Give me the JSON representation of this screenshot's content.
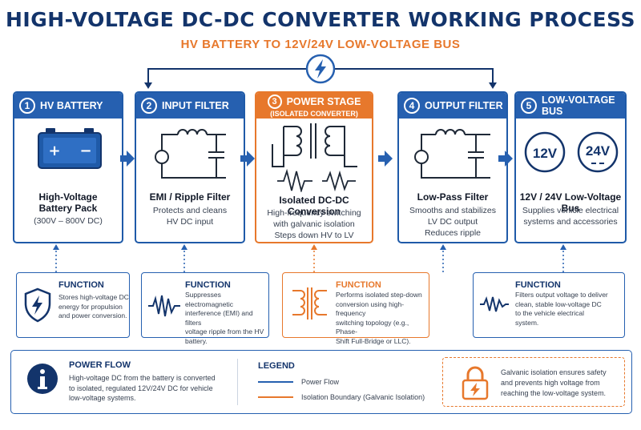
{
  "title": "HIGH-VOLTAGE DC-DC CONVERTER WORKING PROCESS",
  "subtitle": "HV BATTERY TO 12V/24V LOW-VOLTAGE BUS",
  "icons": {
    "top": "lightning-icon",
    "battery": "battery-icon",
    "shield": "shield-lightning-icon",
    "info": "info-icon",
    "lock": "lock-lightning-icon"
  },
  "colors": {
    "primary": "#2660b0",
    "navy": "#13346b",
    "accent": "#e7782c"
  },
  "stages": [
    {
      "number": "1",
      "header": "HV BATTERY",
      "name": [
        "High-Voltage",
        "Battery Pack"
      ],
      "desc": [
        "(300V – 800V DC)"
      ]
    },
    {
      "number": "2",
      "header": "INPUT FILTER",
      "name": [
        "EMI / Ripple Filter"
      ],
      "desc": [
        "Protects and cleans",
        "HV DC input"
      ]
    },
    {
      "number": "3",
      "header": "POWER STAGE",
      "header_sub": "(ISOLATED CONVERTER)",
      "name": [
        "Isolated DC-DC Conversion"
      ],
      "desc": [
        "High-frequency switching",
        "with galvanic isolation",
        "Steps down HV to LV"
      ]
    },
    {
      "number": "4",
      "header": "OUTPUT FILTER",
      "name": [
        "Low-Pass Filter"
      ],
      "desc": [
        "Smooths and stabilizes",
        "LV DC output",
        "Reduces ripple"
      ]
    },
    {
      "number": "5",
      "header": "LOW-VOLTAGE BUS",
      "badges": [
        "12V",
        "24V"
      ],
      "name": [
        "12V / 24V Low-Voltage Bus"
      ],
      "desc": [
        "Supplies vehicle electrical",
        "systems and accessories"
      ]
    }
  ],
  "functions": [
    {
      "title": "FUNCTION",
      "lines": [
        "Stores high-voltage DC",
        "energy for propulsion",
        "and power conversion."
      ]
    },
    {
      "title": "FUNCTION",
      "lines": [
        "Suppresses electromagnetic",
        "interference (EMI) and filters",
        "voltage ripple from the HV",
        "battery."
      ]
    },
    {
      "title": "FUNCTION",
      "lines": [
        "Performs isolated step-down",
        "conversion using high-frequency",
        "switching topology (e.g., Phase-",
        "Shift Full-Bridge or LLC)."
      ]
    },
    {
      "title": "FUNCTION",
      "lines": [
        "Filters output voltage to deliver",
        "clean, stable low-voltage DC",
        "to the vehicle electrical",
        "system."
      ]
    }
  ],
  "power_flow": {
    "title": "POWER FLOW",
    "lines": [
      "High-voltage DC from the battery is converted",
      "to isolated, regulated 12V/24V DC for vehicle",
      "low-voltage systems."
    ]
  },
  "legend": {
    "title": "LEGEND",
    "items": [
      {
        "label": "Power Flow",
        "color": "#2660b0"
      },
      {
        "label": "Isolation Boundary (Galvanic Isolation)",
        "color": "#e7782c"
      }
    ]
  },
  "isolation_note": {
    "lines": [
      "Galvanic isolation ensures safety",
      "and prevents high voltage from",
      "reaching the low-voltage system."
    ]
  }
}
